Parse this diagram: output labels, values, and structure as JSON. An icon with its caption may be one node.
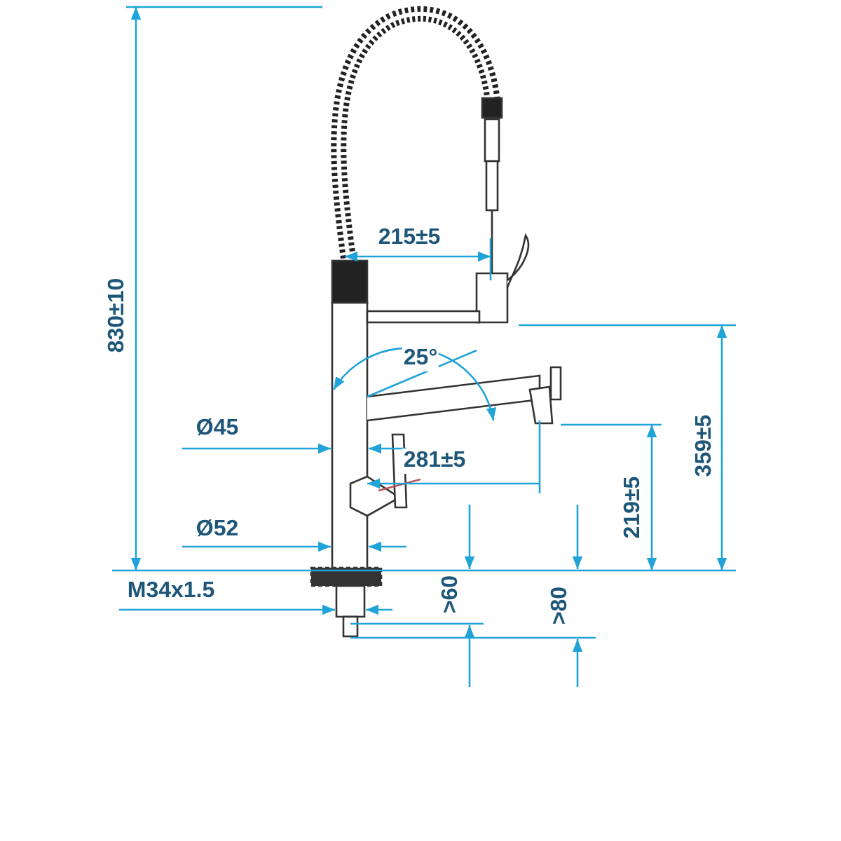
{
  "diagram": {
    "labels": [
      "830±10",
      "215±5",
      "25°",
      "Ø45",
      "281±5",
      "219±5",
      "359±5",
      "Ø52",
      "M34x1.5",
      ">60",
      ">80"
    ]
  }
}
